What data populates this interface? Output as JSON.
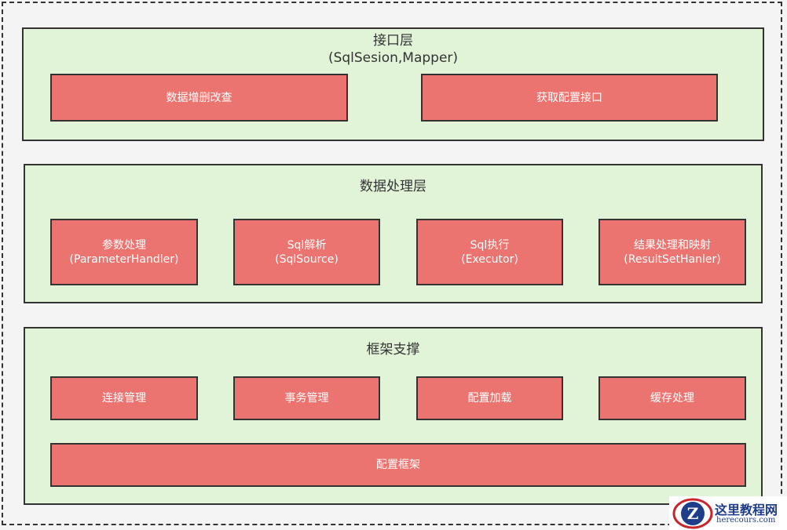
{
  "interface_layer": {
    "title": "接口层",
    "subtitle": "(SqlSesion,Mapper)",
    "boxes": [
      "数据增删改查",
      "获取配置接口"
    ]
  },
  "data_layer": {
    "title": "数据处理层",
    "boxes": [
      {
        "line1": "参数处理",
        "line2": "(ParameterHandler)"
      },
      {
        "line1": "Sql解析",
        "line2": "(SqlSource)"
      },
      {
        "line1": "Sql执行",
        "line2": "(Executor)"
      },
      {
        "line1": "结果处理和映射",
        "line2": "(ResultSetHanler)"
      }
    ]
  },
  "framework_layer": {
    "title": "框架支撑",
    "boxes": [
      "连接管理",
      "事务管理",
      "配置加载",
      "缓存处理"
    ],
    "bottom_box": "配置框架"
  },
  "watermark": {
    "name": "这里教程网",
    "url": "herecours.com"
  },
  "colors": {
    "layer_fill": "#e2f4d8",
    "box_fill": "#ec7470",
    "border": "#333333"
  }
}
